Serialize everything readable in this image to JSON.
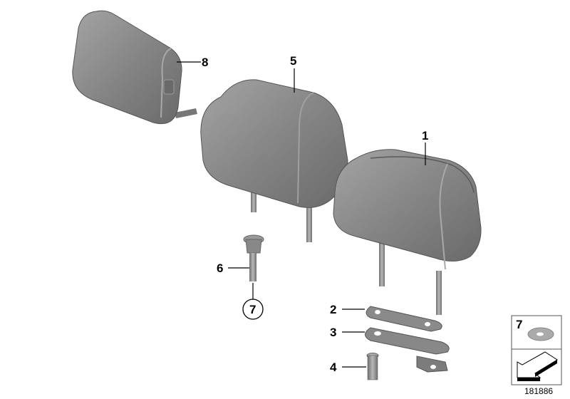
{
  "callouts": {
    "p8": "8",
    "p5": "5",
    "p1": "1",
    "p6": "6",
    "p7": "7",
    "p2": "2",
    "p3": "3",
    "p4": "4"
  },
  "legend": {
    "part_number": "7",
    "washer_icon": "washer-icon",
    "arrow_icon": "direction-arrow-icon"
  },
  "diagram_id": "181886",
  "colors": {
    "part_fill": "#8a8a8a",
    "part_light": "#b5b5b5",
    "part_dark": "#5e5e5e"
  }
}
